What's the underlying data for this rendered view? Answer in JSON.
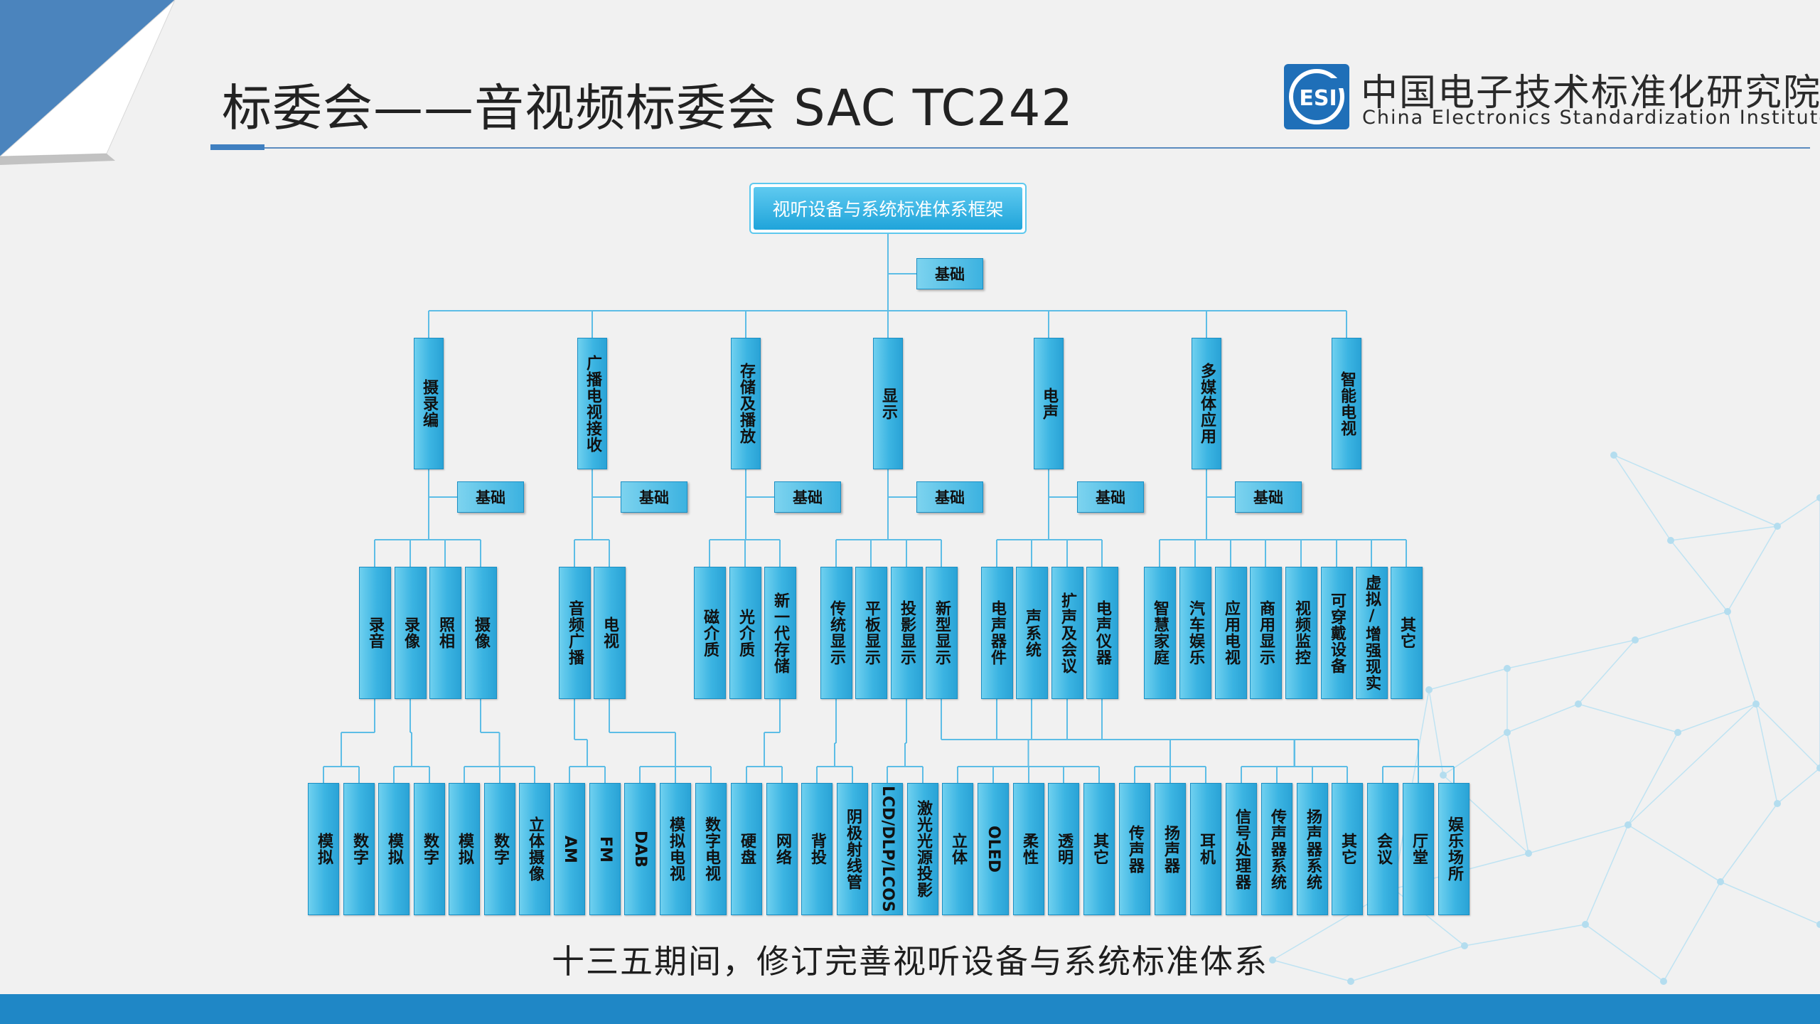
{
  "title": "标委会——音视频标委会 SAC TC242",
  "org": {
    "logo_text": "ESI",
    "name_cn": "中国电子技术标准化研究院",
    "name_en": "China Electronics Standardization Institute"
  },
  "caption": "十三五期间，修订完善视听设备与系统标准体系",
  "colors": {
    "accent": "#1f87c6",
    "box": "#3bb4e2",
    "line": "#5dbde6"
  },
  "diagram": {
    "root": "视听设备与系统标准体系框架",
    "basis_label": "基础",
    "categories": [
      {
        "label": "摄录编"
      },
      {
        "label": "广播电视接收"
      },
      {
        "label": "存储及播放"
      },
      {
        "label": "显示"
      },
      {
        "label": "电声"
      },
      {
        "label": "多媒体应用"
      },
      {
        "label": "智能电视"
      }
    ],
    "mid": [
      "录音",
      "录像",
      "照相",
      "摄像",
      "音频广播",
      "电视",
      "磁介质",
      "光介质",
      "新一代存储",
      "传统显示",
      "平板显示",
      "投影显示",
      "新型显示",
      "电声器件",
      "声系统",
      "扩声及会议",
      "电声仪器",
      "智慧家庭",
      "汽车娱乐",
      "应用电视",
      "商用显示",
      "视频监控",
      "可穿戴设备",
      "虚拟/增强现实",
      "其它"
    ],
    "leaf": [
      "模拟",
      "数字",
      "模拟",
      "数字",
      "模拟",
      "数字",
      "立体摄像",
      "AM",
      "FM",
      "DAB",
      "模拟电视",
      "数字电视",
      "硬盘",
      "网络",
      "背投",
      "阴极射线管",
      "LCD/DLP/LCOS",
      "激光光源投影",
      "立体",
      "OLED",
      "柔性",
      "透明",
      "其它",
      "传声器",
      "扬声器",
      "耳机",
      "信号处理器",
      "传声器系统",
      "扬声器系统",
      "其它",
      "会议",
      "厅堂",
      "娱乐场所"
    ]
  }
}
